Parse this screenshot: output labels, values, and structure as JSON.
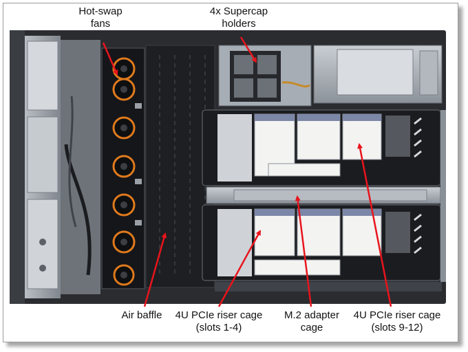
{
  "labels": {
    "fans": {
      "line1": "Hot-swap",
      "line2": "fans"
    },
    "supercap": {
      "line1": "4x Supercap",
      "line2": "holders"
    },
    "air_baffle": {
      "line1": "Air baffle"
    },
    "riser_1_4": {
      "line1": "4U PCIe riser cage",
      "line2": "(slots 1-4)"
    },
    "m2": {
      "line1": "M.2 adapter",
      "line2": "cage"
    },
    "riser_9_12": {
      "line1": "4U PCIe riser cage",
      "line2": "(slots 9-12)"
    }
  },
  "colors": {
    "arrow": "#e8141c",
    "chassis": "#2a2c30",
    "baffle": "#1d1f22",
    "metal": "#9ea4ab",
    "fan_ring": "#e07a1c"
  }
}
